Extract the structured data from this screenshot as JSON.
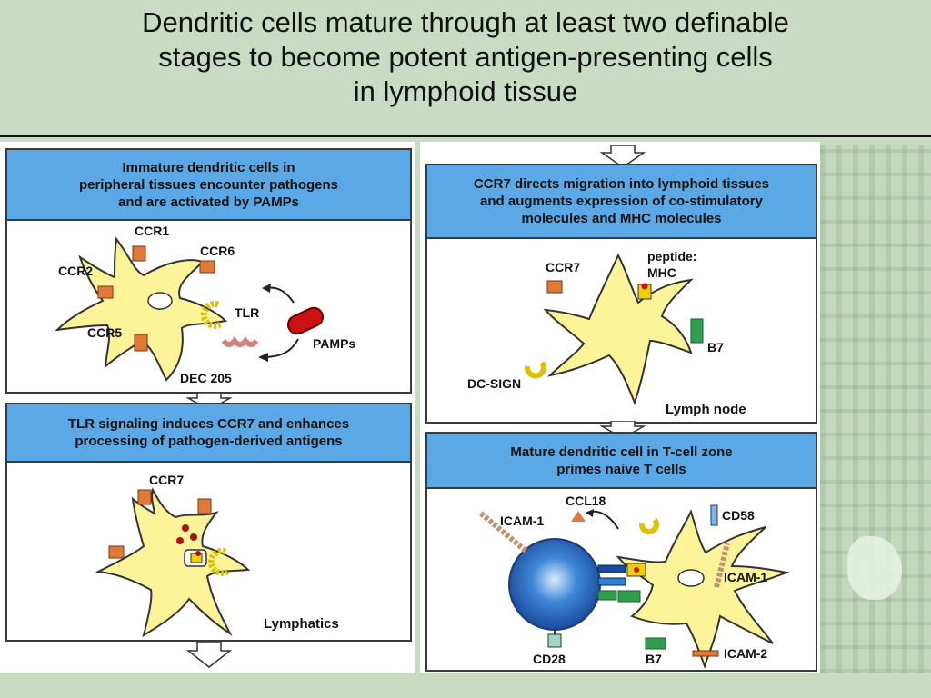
{
  "title": {
    "line1": "Dendritic cells mature through at least two definable",
    "line2": "stages to become potent antigen-presenting cells",
    "line3": "in lymphoid tissue"
  },
  "panels": {
    "p1": {
      "heading": "Immature dendritic cells in\nperipheral tissues encounter pathogens\nand are activated by PAMPs",
      "labels": {
        "ccr1": "CCR1",
        "ccr6": "CCR6",
        "ccr2": "CCR2",
        "tlr": "TLR",
        "ccr5": "CCR5",
        "pamps": "PAMPs",
        "dec205": "DEC 205"
      }
    },
    "p2": {
      "heading": "TLR signaling induces CCR7 and enhances\nprocessing of pathogen-derived antigens",
      "labels": {
        "ccr7": "CCR7",
        "location": "Lymphatics"
      }
    },
    "p3": {
      "heading": "CCR7 directs migration into lymphoid tissues\nand augments expression of co-stimulatory\nmolecules and MHC molecules",
      "labels": {
        "ccr7": "CCR7",
        "peptide": "peptide:",
        "mhc": "MHC",
        "b7": "B7",
        "dcsign": "DC-SIGN",
        "location": "Lymph node"
      }
    },
    "p4": {
      "heading": "Mature dendritic cell in T-cell zone\nprimes naive T cells",
      "labels": {
        "icam1_left": "ICAM-1",
        "ccl18": "CCL18",
        "cd58": "CD58",
        "icam1_right": "ICAM-1",
        "cd28": "CD28",
        "b7": "B7",
        "icam2": "ICAM-2"
      }
    }
  },
  "colors": {
    "panel_header": "#5aa9e6",
    "cell_fill": "#fdf49a",
    "receptor": "#e07a3a",
    "background": "#c9dcc3"
  }
}
